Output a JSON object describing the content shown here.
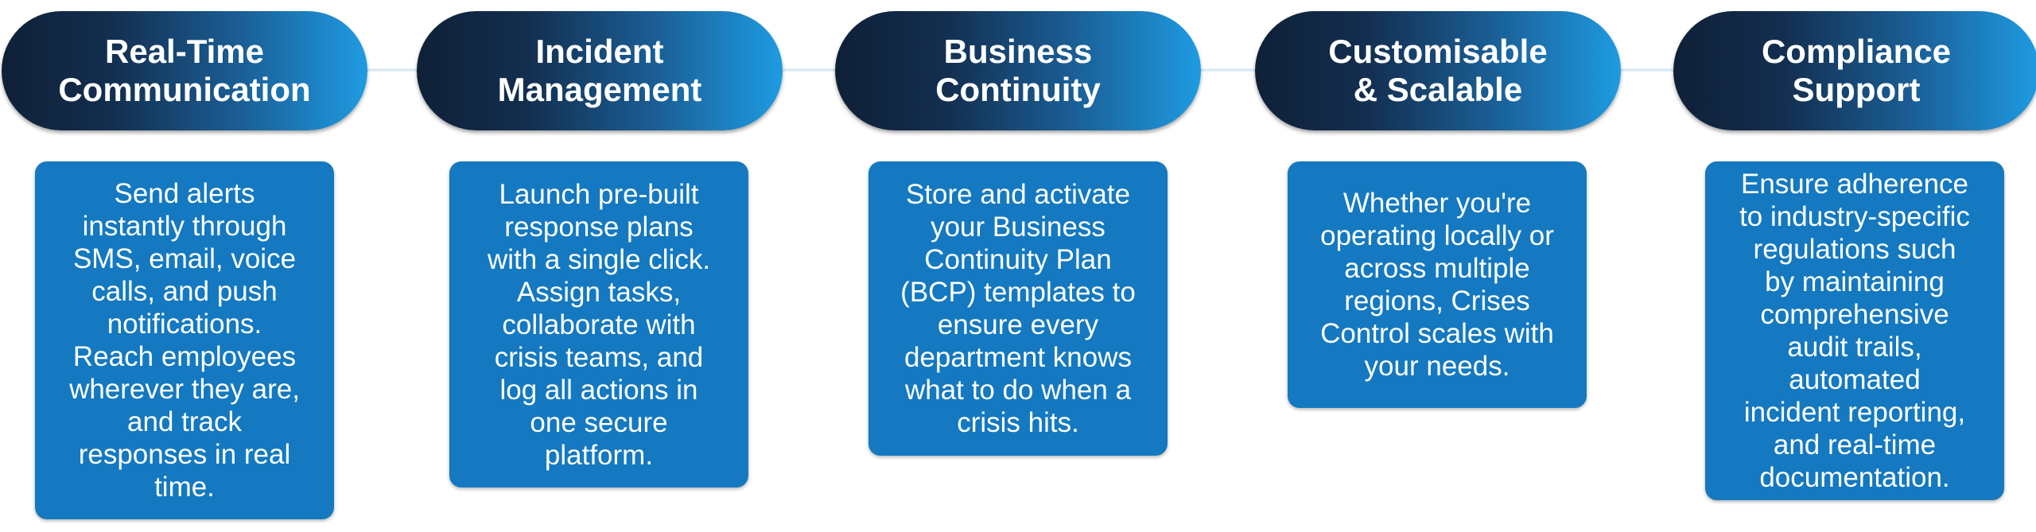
{
  "features": [
    {
      "title": "Real-Time\nCommunication",
      "description": "Send alerts\ninstantly through\nSMS, email, voice\ncalls, and push\nnotifications.\nReach employees\nwherever they are,\nand track\nresponses in real\ntime."
    },
    {
      "title": "Incident\nManagement",
      "description": "Launch pre-built\nresponse plans\nwith a single click.\nAssign tasks,\ncollaborate with\ncrisis teams, and\nlog all actions in\none secure\nplatform."
    },
    {
      "title": "Business\nContinuity",
      "description": "Store and activate\nyour Business\nContinuity Plan\n(BCP) templates to\nensure every\ndepartment knows\nwhat to do when a\ncrisis hits."
    },
    {
      "title": "Customisable\n& Scalable",
      "description": "Whether you're\noperating locally or\nacross multiple\nregions, Crises\nControl scales with\nyour needs."
    },
    {
      "title": "Compliance\nSupport",
      "description": "Ensure adherence\nto industry-specific\nregulations such\nby maintaining\ncomprehensive\naudit trails,\nautomated\nincident reporting,\nand real-time\ndocumentation."
    }
  ]
}
